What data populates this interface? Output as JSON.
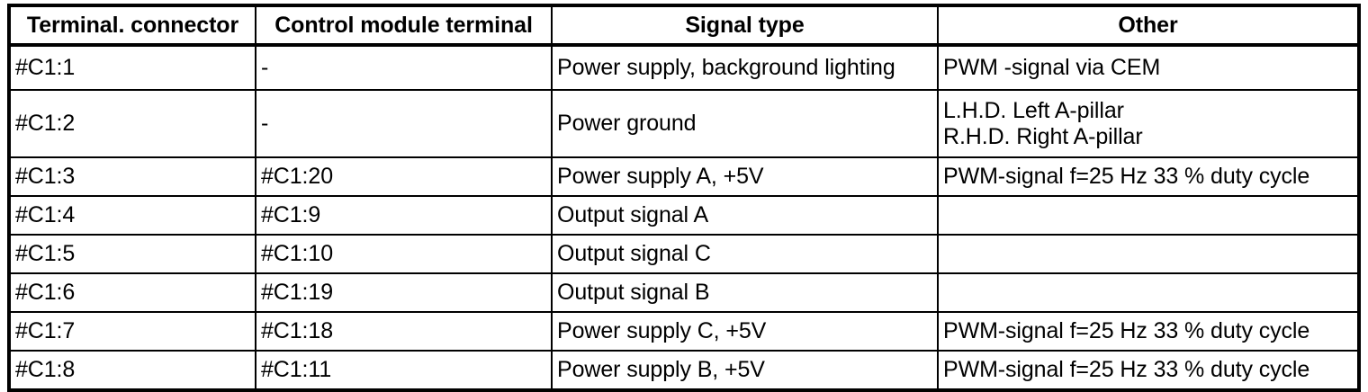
{
  "table": {
    "columns": [
      {
        "key": "terminal_connector",
        "label": "Terminal. connector"
      },
      {
        "key": "control_module_terminal",
        "label": "Control module terminal"
      },
      {
        "key": "signal_type",
        "label": "Signal type"
      },
      {
        "key": "other",
        "label": "Other"
      }
    ],
    "rows": [
      {
        "terminal_connector": "#C1:1",
        "control_module_terminal": "-",
        "signal_type": "Power supply, background lighting",
        "other": "PWM -signal via CEM"
      },
      {
        "terminal_connector": "#C1:2",
        "control_module_terminal": "-",
        "signal_type": "Power ground",
        "other": "L.H.D. Left A-pillar\nR.H.D. Right A-pillar"
      },
      {
        "terminal_connector": "#C1:3",
        "control_module_terminal": "#C1:20",
        "signal_type": "Power supply A, +5V",
        "other": "PWM-signal f=25 Hz 33 % duty cycle"
      },
      {
        "terminal_connector": "#C1:4",
        "control_module_terminal": "#C1:9",
        "signal_type": "Output signal A",
        "other": ""
      },
      {
        "terminal_connector": "#C1:5",
        "control_module_terminal": "#C1:10",
        "signal_type": "Output signal C",
        "other": ""
      },
      {
        "terminal_connector": "#C1:6",
        "control_module_terminal": "#C1:19",
        "signal_type": "Output signal B",
        "other": ""
      },
      {
        "terminal_connector": "#C1:7",
        "control_module_terminal": "#C1:18",
        "signal_type": "Power supply C, +5V",
        "other": "PWM-signal f=25 Hz 33 % duty cycle"
      },
      {
        "terminal_connector": "#C1:8",
        "control_module_terminal": "#C1:11",
        "signal_type": "Power supply B, +5V",
        "other": "PWM-signal f=25 Hz 33 % duty cycle"
      }
    ]
  },
  "colors": {
    "border": "#000000",
    "text": "#000000",
    "background": "#ffffff"
  }
}
